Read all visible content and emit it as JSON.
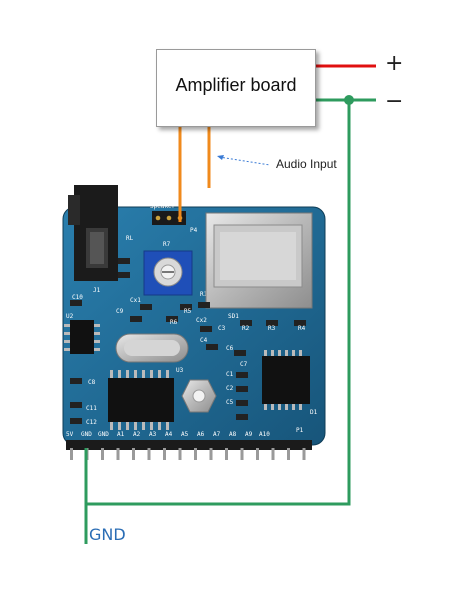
{
  "amplifier": {
    "label": "Amplifier board"
  },
  "audio_input": {
    "label": "Audio Input"
  },
  "power": {
    "plus": "+",
    "minus": "−"
  },
  "ground": {
    "label": "GND"
  },
  "pcb": {
    "labels": {
      "j1": "J1",
      "rl": "RL",
      "r7": "R7",
      "r1": "R1",
      "p4": "P4",
      "c9": "C9",
      "r6": "R6",
      "r5": "R5",
      "cx1": "Cx1",
      "cx2": "Cx2",
      "c10": "C10",
      "u2": "U2",
      "sd1": "SD1",
      "r2": "R2",
      "r3": "R3",
      "r4": "R4",
      "c3": "C3",
      "c4": "C4",
      "c6": "C6",
      "c7": "C7",
      "c1": "C1",
      "c2": "C2",
      "c5": "C5",
      "c8": "C8",
      "c11": "C11",
      "c12": "C12",
      "u3": "U3",
      "p1": "P1",
      "d1": "D1",
      "speaker": "Speaker"
    },
    "pins": [
      "5V",
      "GND",
      "GND",
      "A1",
      "A2",
      "A3",
      "A4",
      "A5",
      "A6",
      "A7",
      "A8",
      "A9",
      "A10"
    ]
  },
  "colors": {
    "positive_wire": "#e01010",
    "ground_wire": "#2e9b5e",
    "audio_wire": "#f08a1c",
    "pcb_board": "#1f6e98",
    "gnd_text": "#2a6db5"
  }
}
